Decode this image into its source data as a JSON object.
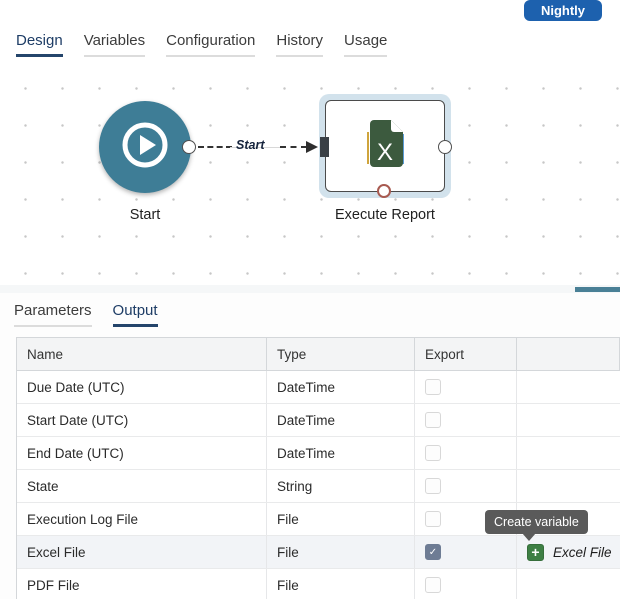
{
  "header": {
    "build_label": "Nightly"
  },
  "top_tabs": {
    "items": [
      {
        "label": "Design",
        "active": true
      },
      {
        "label": "Variables",
        "active": false
      },
      {
        "label": "Configuration",
        "active": false
      },
      {
        "label": "History",
        "active": false
      },
      {
        "label": "Usage",
        "active": false
      }
    ]
  },
  "canvas": {
    "start_node_label": "Start",
    "execute_node_label": "Execute Report",
    "connector_label": "Start",
    "icons": {
      "start_node": "play-icon",
      "execute_node": "excel-file-icon"
    }
  },
  "bottom_tabs": {
    "items": [
      {
        "label": "Parameters",
        "active": false
      },
      {
        "label": "Output",
        "active": true
      }
    ]
  },
  "table": {
    "columns": [
      "Name",
      "Type",
      "Export",
      ""
    ],
    "rows": [
      {
        "name": "Due Date (UTC)",
        "type": "DateTime",
        "export": false
      },
      {
        "name": "Start Date (UTC)",
        "type": "DateTime",
        "export": false
      },
      {
        "name": "End Date (UTC)",
        "type": "DateTime",
        "export": false
      },
      {
        "name": "State",
        "type": "String",
        "export": false
      },
      {
        "name": "Execution Log File",
        "type": "File",
        "export": false
      },
      {
        "name": "Excel File",
        "type": "File",
        "export": true,
        "highlighted": true,
        "action": {
          "icon": "plus-icon",
          "label": "Excel File"
        }
      },
      {
        "name": "PDF File",
        "type": "File",
        "export": false
      }
    ]
  },
  "tooltip": {
    "text": "Create variable"
  },
  "colors": {
    "accent_navy": "#24456b",
    "build_button_blue": "#1d61ae",
    "node_teal": "#3e7d96",
    "selection_halo": "#d2e2ec",
    "excel_green": "#3c5a3e",
    "plus_green": "#3e7f44",
    "checkbox_checked": "#6e7c94",
    "tooltip_bg": "#5a5a5a",
    "error_port": "#a85a50",
    "scrollbar_teal": "#4a8096"
  }
}
